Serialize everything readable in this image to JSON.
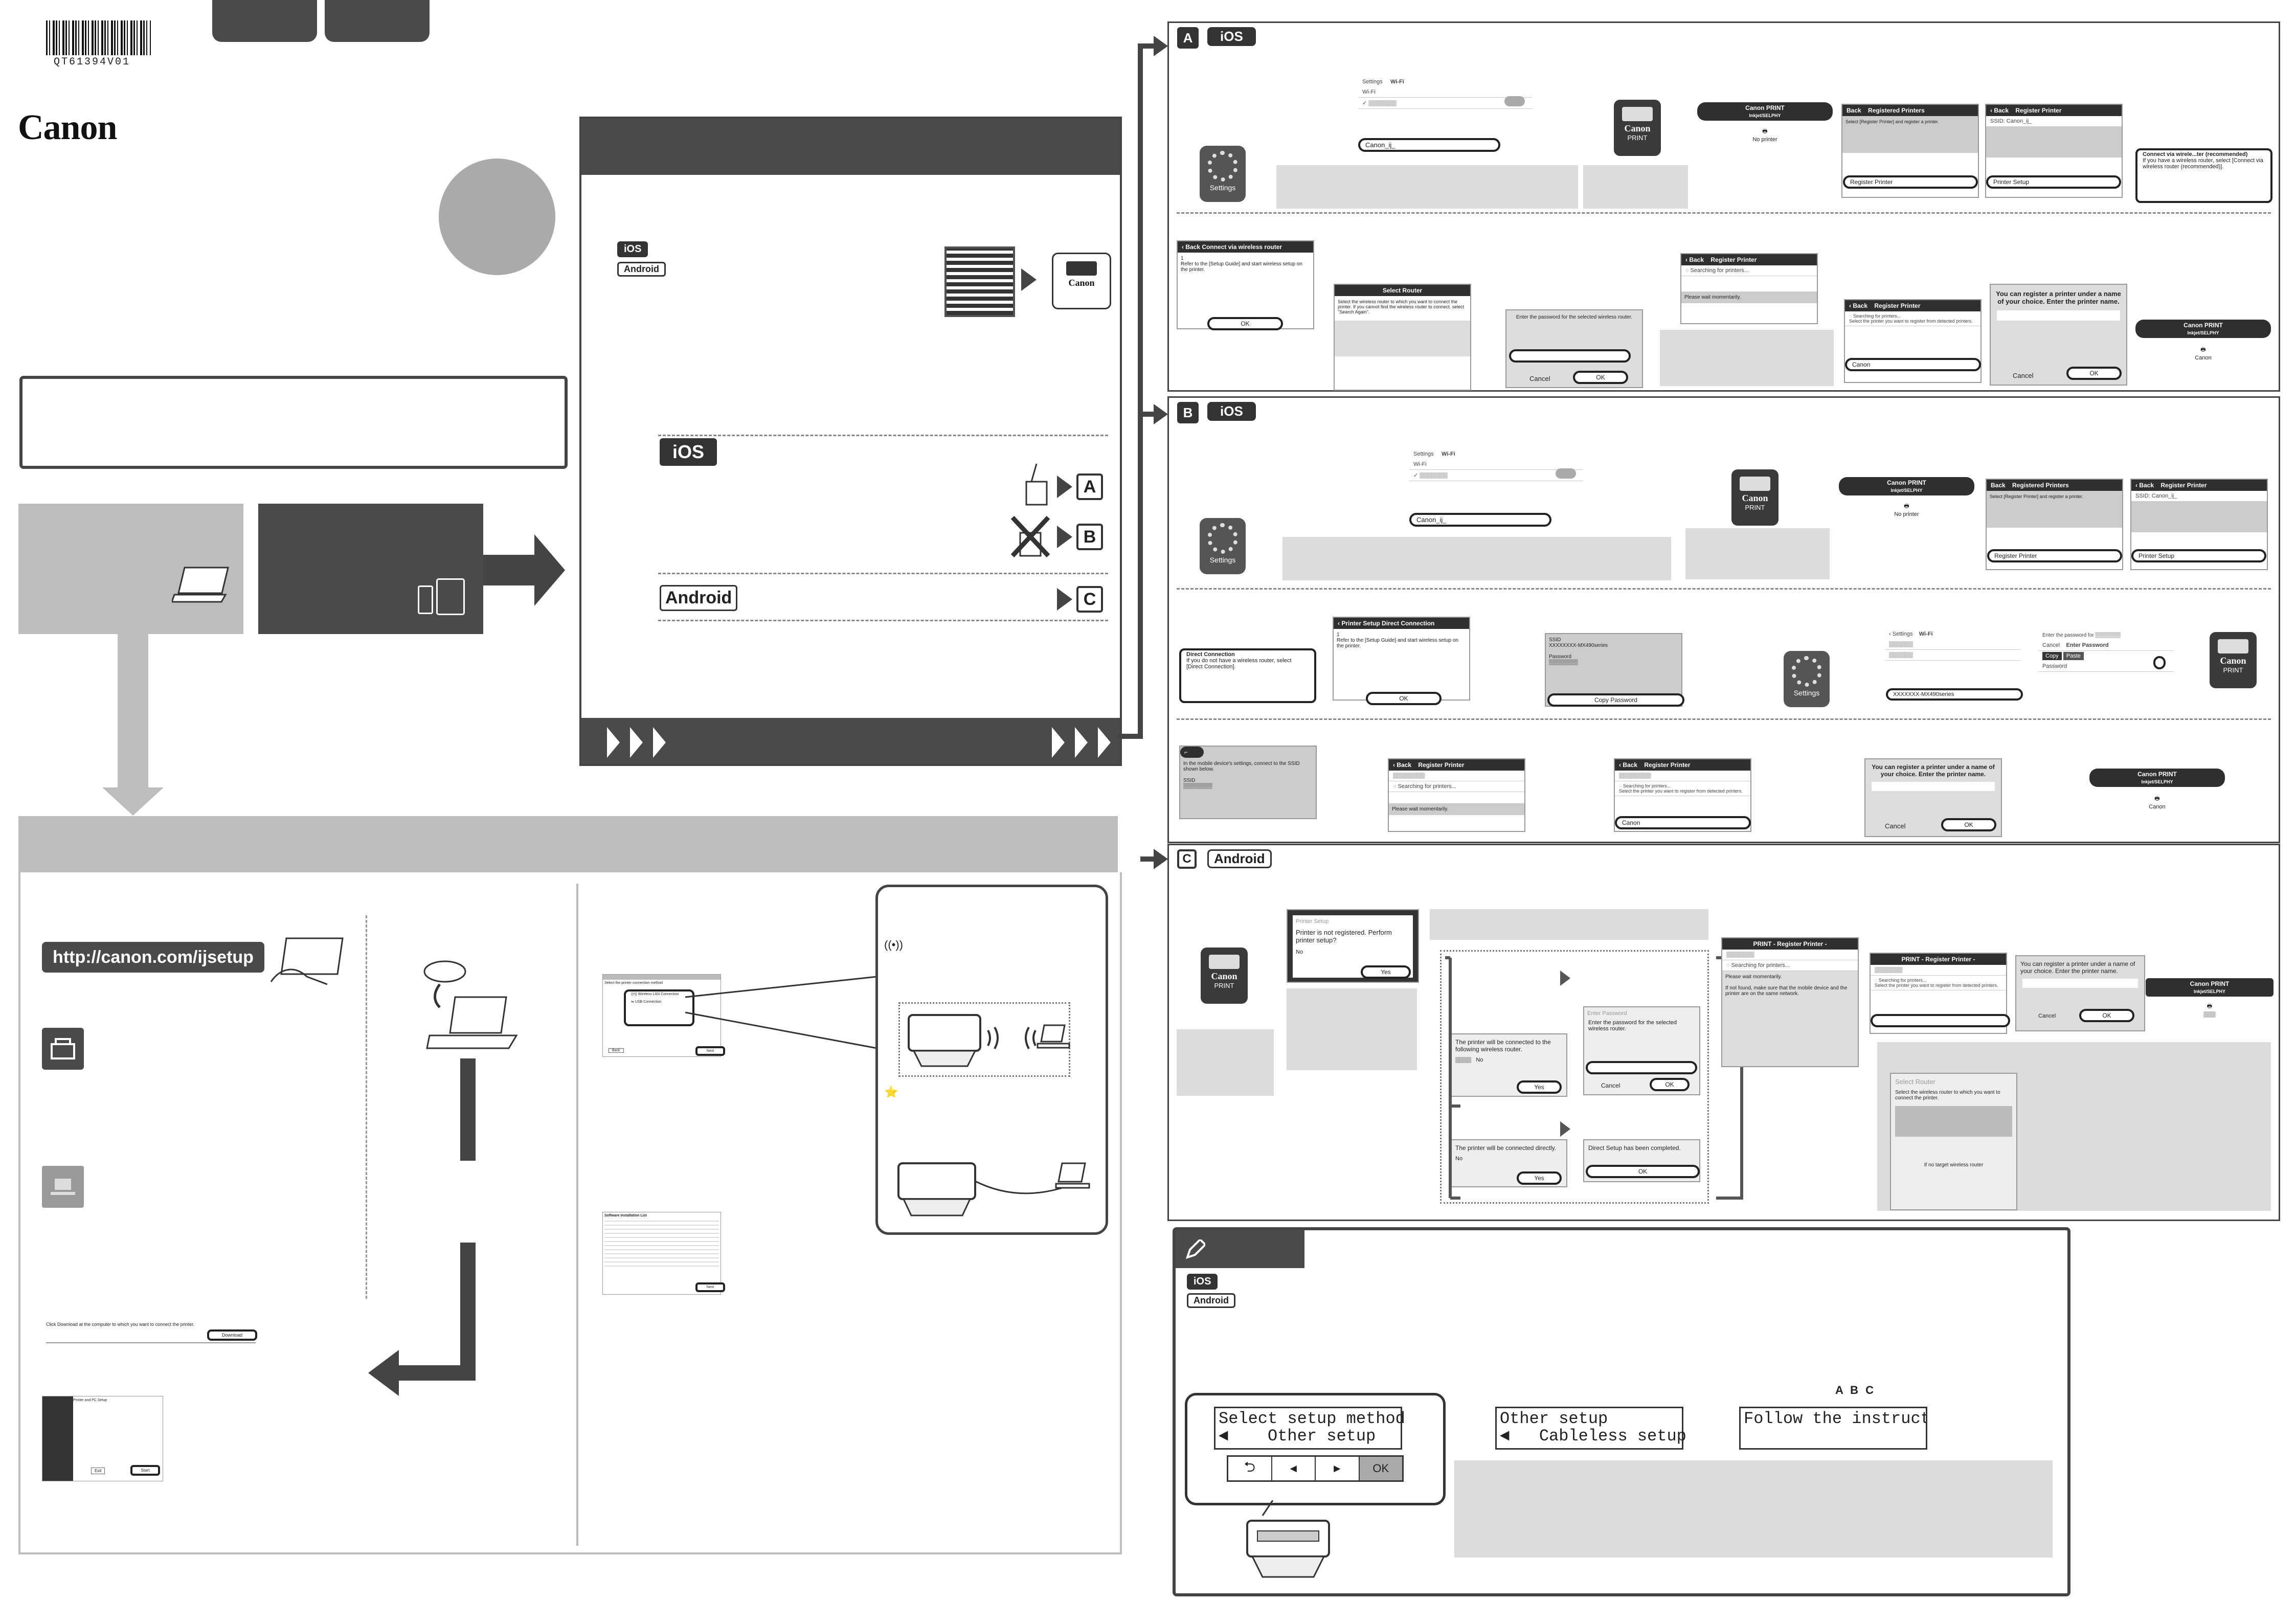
{
  "header": {
    "barcode_code": "QT61394V01",
    "brand": "Canon"
  },
  "url_button": "http://canon.com/ijsetup",
  "badges": {
    "ios": "iOS",
    "android": "Android"
  },
  "letters": [
    "A",
    "B",
    "C"
  ],
  "section_A": {
    "letter": "A",
    "platform": "iOS",
    "settings_label": "Settings",
    "wifi_nav_back": "Settings",
    "wifi_nav_title": "Wi-Fi",
    "wifi_row": "Wi-Fi",
    "network_name": "Canon_ij_",
    "print_label": "PRINT",
    "canon_print_title": "Canon PRINT",
    "canon_print_sub": "Inkjet/SELPHY",
    "no_printer": "No printer",
    "back": "Back",
    "registered_printers": "Registered Printers",
    "register_printer_hint": "Select [Register Printer] and register a printer.",
    "register_printer_btn": "Register Printer",
    "register_printer_title": "Register Printer",
    "ssid_label": "SSID: Canon_ij_",
    "printer_setup": "Printer Setup",
    "connect_via_router_rec": "Connect via wirele...ter (recommended)",
    "connect_via_router_desc": "If you have a wireless router, select [Connect via wireless router (recommended)].",
    "back_connect_router": "Back  Connect via wireless router",
    "router_step_text": "Refer to the [Setup Guide] and start wireless setup on the printer.",
    "ok": "OK",
    "select_router": "Select Router",
    "select_router_desc": "Select the wireless router to which you want to connect the printer. If you cannot find the wireless router to connect, select \"Search Again\".",
    "enter_password_desc": "Enter the password for the selected wireless router.",
    "cancel": "Cancel",
    "searching": "Searching for printers...",
    "please_wait": "Please wait momentarily.",
    "select_printer": "Select the printer you want to register from detected printers.",
    "canon_item": "Canon",
    "register_name_title": "You can register a printer under a name of your choice. Enter the printer name."
  },
  "section_B": {
    "letter": "B",
    "platform": "iOS",
    "printer_setup_direct": "Printer Setup  Direct Connection",
    "direct_connection": "Direct Connection",
    "direct_connection_desc": "If you do not have a wireless router, select [Direct Connection].",
    "direct_step_text": "Refer to the [Setup Guide] and start wireless setup on the printer.",
    "ssid": "SSID",
    "ssid_value": "XXXXXXXX-MX490series",
    "password": "Password",
    "copy_password": "Copy Password",
    "enter_password_for": "Enter the password for",
    "enter_password": "Enter Password",
    "copy": "Copy",
    "paste": "Paste",
    "mx490": "XXXXXXX-MX490series",
    "mobile_settings_hint": "In the mobile device's settings, connect to the SSID shown below."
  },
  "section_C": {
    "letter": "C",
    "platform": "Android",
    "printer_setup": "Printer Setup",
    "not_registered": "Printer is not registered. Perform printer setup?",
    "no": "No",
    "yes": "Yes",
    "connect_router_q": "The printer will be connected to the following wireless router.",
    "connect_direct_q": "The printer will be connected directly.",
    "enter_password_title": "Enter Password",
    "enter_password_desc": "Enter the password for the selected wireless router.",
    "direct_done": "Direct Setup has been completed.",
    "print_register_title": "PRINT - Register Printer -",
    "searching": "Searching for printers...",
    "please_wait": "Please wait momentarily.",
    "not_found_hint": "If not found, make sure that the mobile device and the printer are on the same network.",
    "select_printer": "Select the printer you want to register from detected printers.",
    "register_name": "You can register a printer under a name of your choice. Enter the printer name.",
    "cancel": "Cancel",
    "ok": "OK",
    "select_router": "Select Router",
    "select_router_desc": "Select the wireless router to which you want to connect the printer.",
    "if_no_router": "If no target wireless router"
  },
  "pc_section": {
    "connect_method": "Select the printer connection method",
    "wireless_lan": "Wireless LAN Connection",
    "usb": "USB Connection",
    "back": "Back",
    "next": "Next",
    "install_list": "Software Installation List",
    "click_download": "Click Download at the computer to which you want to connect the printer.",
    "download": "Download",
    "printer_setup_title": "Printer and PC Setup",
    "exit": "Exit",
    "start": "Start"
  },
  "lcd": {
    "screen1_line1": "Select setup method",
    "screen1_line2": "◄    Other setup",
    "screen2_line1": "Other setup",
    "screen2_line2": "◄   Cableless setup",
    "screen3_line1": "Follow the instructions o",
    "ok": "OK"
  },
  "note_letters": "A B C"
}
